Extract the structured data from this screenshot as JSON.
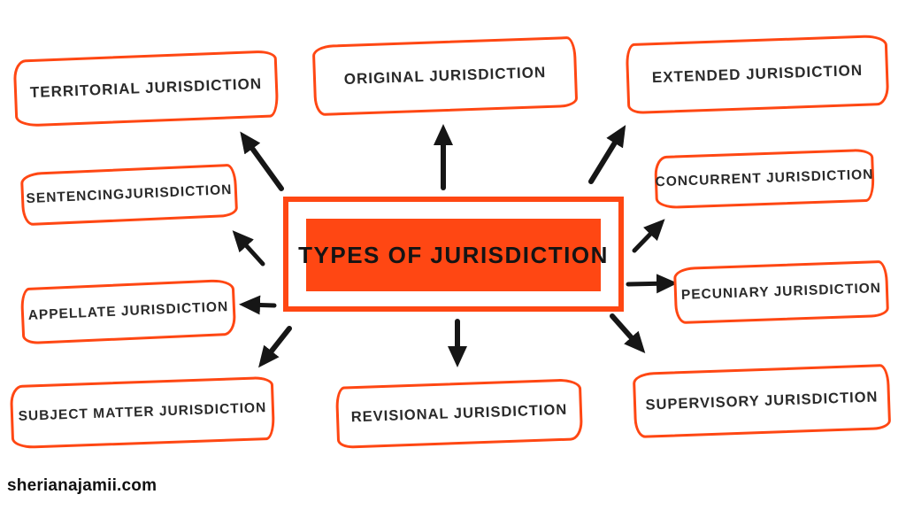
{
  "colors": {
    "accent": "#FF4713",
    "arrow": "#161616",
    "label_text": "#2A2A2A",
    "background": "#FFFFFF"
  },
  "center": {
    "label": "TYPES OF JURISDICTION"
  },
  "nodes": [
    {
      "id": "territorial",
      "label": "TERRITORIAL JURISDICTION"
    },
    {
      "id": "original",
      "label": "ORIGINAL JURISDICTION"
    },
    {
      "id": "extended",
      "label": "EXTENDED JURISDICTION"
    },
    {
      "id": "sentencing",
      "label": "SENTENCINGJURISDICTION"
    },
    {
      "id": "concurrent",
      "label": "CONCURRENT JURISDICTION"
    },
    {
      "id": "appellate",
      "label": "APPELLATE JURISDICTION"
    },
    {
      "id": "pecuniary",
      "label": "PECUNIARY JURISDICTION"
    },
    {
      "id": "subject-matter",
      "label": "SUBJECT MATTER JURISDICTION"
    },
    {
      "id": "revisional",
      "label": "REVISIONAL JURISDICTION"
    },
    {
      "id": "supervisory",
      "label": "SUPERVISORY JURISDICTION"
    }
  ],
  "footer": {
    "watermark": "sherianajamii.com"
  }
}
